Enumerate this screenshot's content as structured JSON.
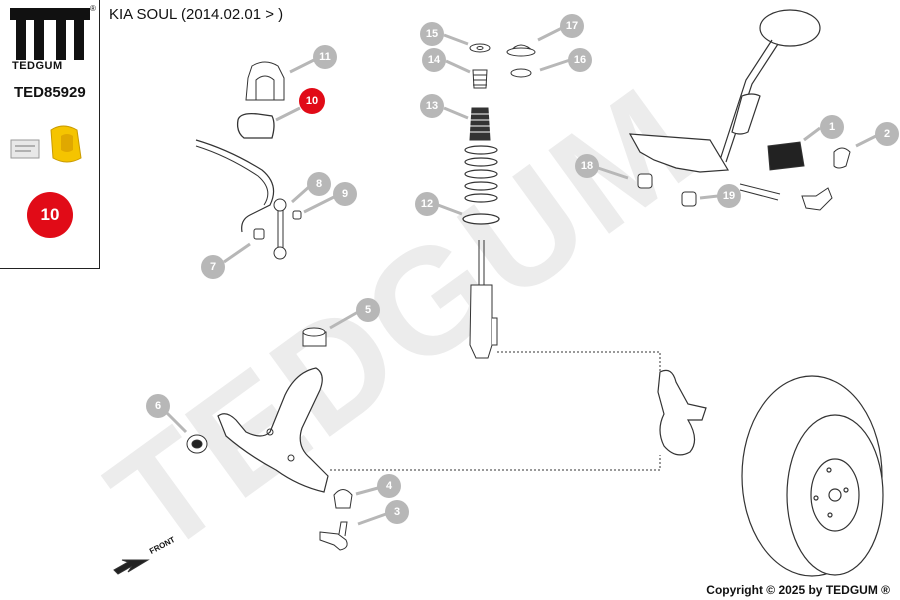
{
  "panel": {
    "brand": "TEDGUM",
    "registered": "®",
    "part_number": "TED85929",
    "highlight_number": "10"
  },
  "header": {
    "title": "KIA SOUL  (2014.02.01 > )"
  },
  "watermark": "TEDGUM",
  "front_label": "FRONT",
  "copyright": "Copyright © 2025 by TEDGUM ®",
  "callouts": [
    {
      "number": "1"
    },
    {
      "number": "2"
    },
    {
      "number": "3"
    },
    {
      "number": "4"
    },
    {
      "number": "5"
    },
    {
      "number": "6"
    },
    {
      "number": "7"
    },
    {
      "number": "8"
    },
    {
      "number": "9"
    },
    {
      "number": "10",
      "highlighted": true
    },
    {
      "number": "11"
    },
    {
      "number": "12"
    },
    {
      "number": "13"
    },
    {
      "number": "14"
    },
    {
      "number": "15"
    },
    {
      "number": "16"
    },
    {
      "number": "17"
    },
    {
      "number": "18"
    },
    {
      "number": "19"
    }
  ],
  "colors": {
    "highlight": "#e10b17",
    "callout": "#b7b7b7",
    "watermark": "#ebebeb",
    "bushing_yellow": "#f5c400"
  }
}
